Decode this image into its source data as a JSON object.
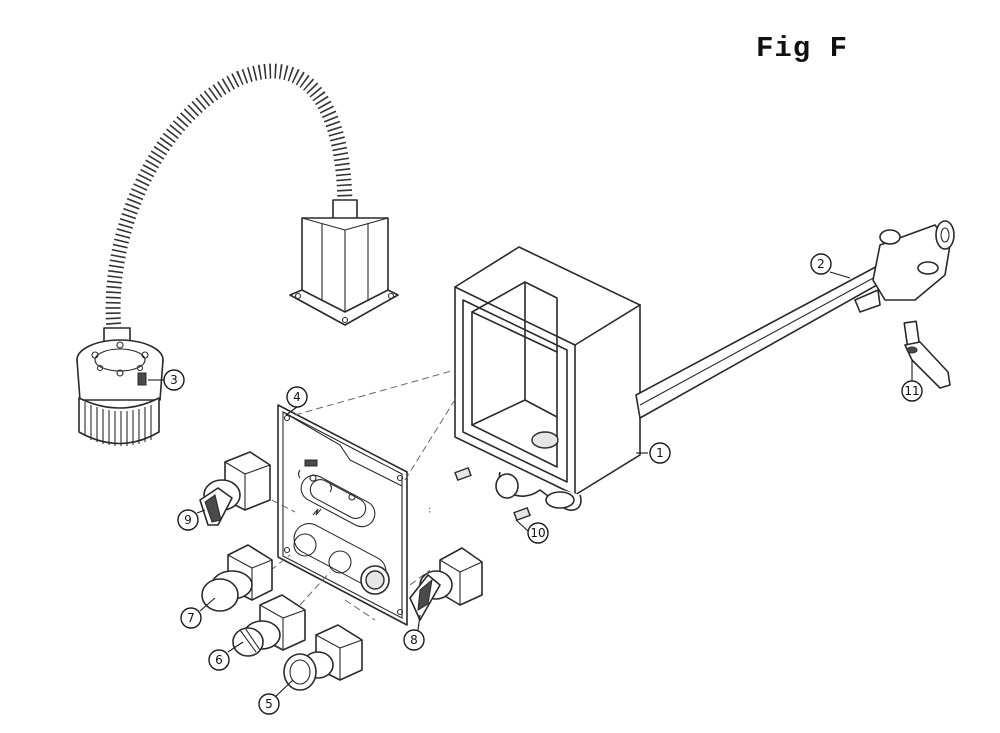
{
  "figure": {
    "title": "Fig F"
  },
  "callouts": [
    {
      "id": "1",
      "label": "1"
    },
    {
      "id": "2",
      "label": "2"
    },
    {
      "id": "3",
      "label": "3"
    },
    {
      "id": "4",
      "label": "4"
    },
    {
      "id": "5",
      "label": "5"
    },
    {
      "id": "6",
      "label": "6"
    },
    {
      "id": "7",
      "label": "7"
    },
    {
      "id": "8",
      "label": "8"
    },
    {
      "id": "9",
      "label": "9"
    },
    {
      "id": "10",
      "label": "10"
    },
    {
      "id": "11",
      "label": "11"
    }
  ],
  "icons": {
    "lamp": "work-lamp-icon",
    "box": "control-box-icon",
    "arm": "support-arm-icon",
    "panel": "control-panel-icon",
    "switch": "rotary-switch-icon",
    "button": "push-button-icon"
  }
}
